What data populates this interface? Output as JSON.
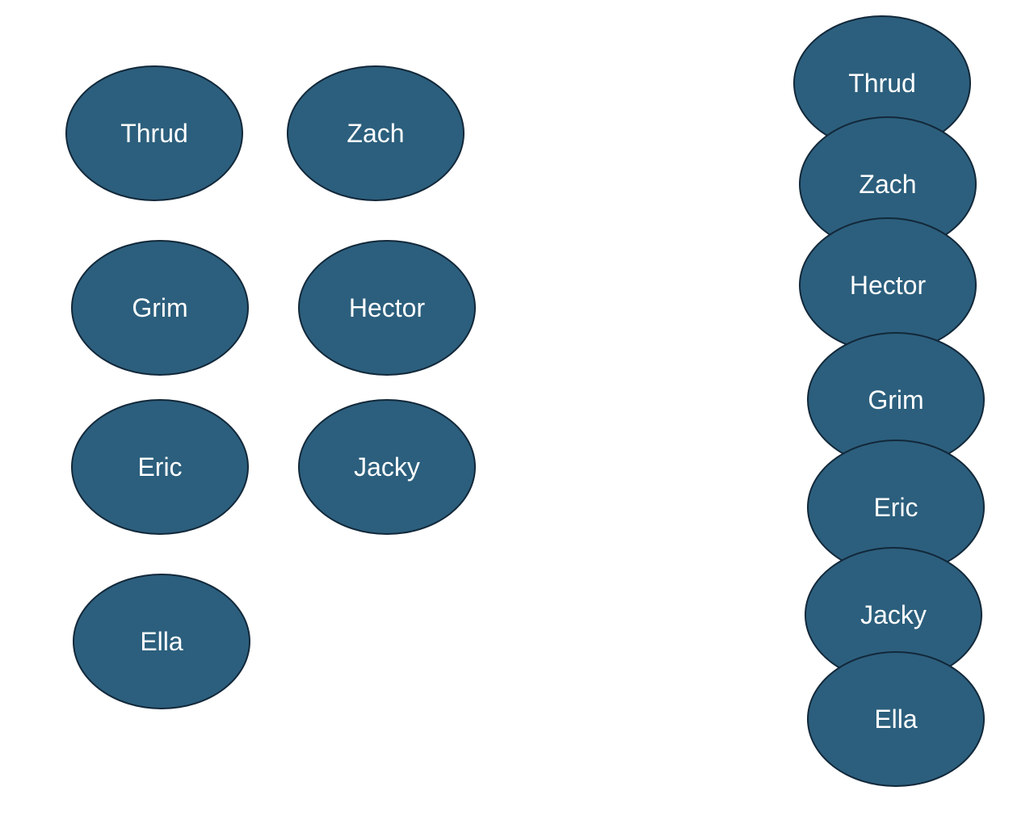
{
  "diagram": {
    "node_fill": "#2c5f7d",
    "node_stroke": "#12283a",
    "label_color": "#ffffff",
    "left_group": {
      "nodes": [
        {
          "label": "Thrud"
        },
        {
          "label": "Zach"
        },
        {
          "label": "Grim"
        },
        {
          "label": "Hector"
        },
        {
          "label": "Eric"
        },
        {
          "label": "Jacky"
        },
        {
          "label": "Ella"
        }
      ]
    },
    "right_group": {
      "nodes": [
        {
          "label": "Thrud"
        },
        {
          "label": "Zach"
        },
        {
          "label": "Hector"
        },
        {
          "label": "Grim"
        },
        {
          "label": "Eric"
        },
        {
          "label": "Jacky"
        },
        {
          "label": "Ella"
        }
      ]
    }
  }
}
